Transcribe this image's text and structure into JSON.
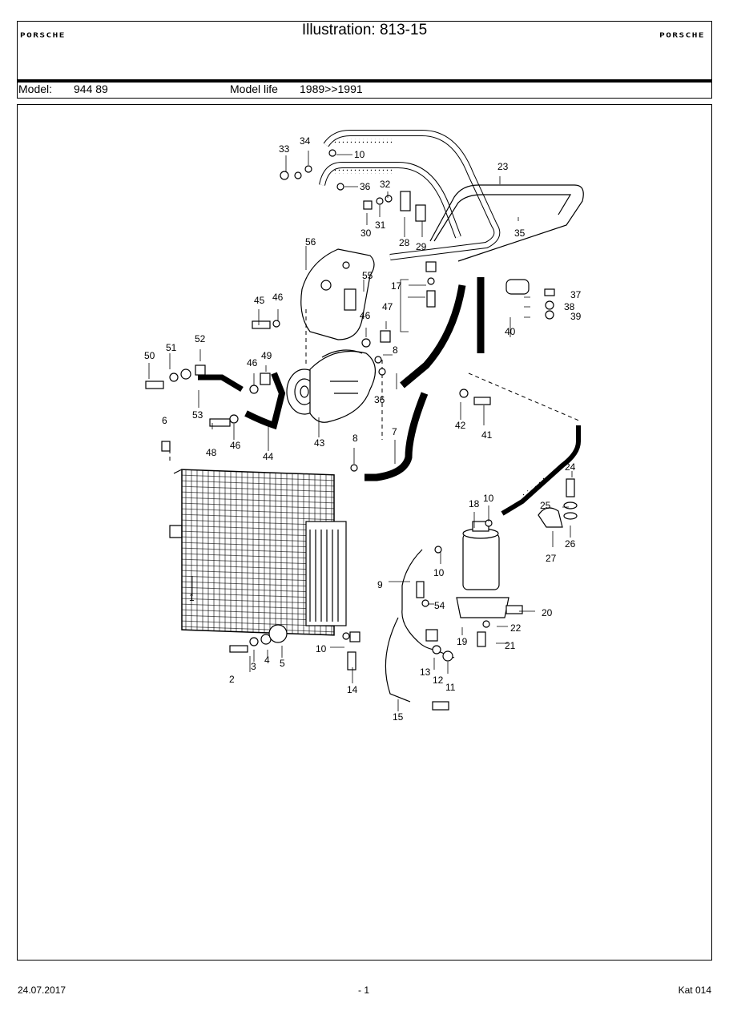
{
  "header": {
    "brand_left": "PORSCHE",
    "brand_right": "PORSCHE",
    "illustration_label": "Illustration: 813-15"
  },
  "model": {
    "model_label": "Model:",
    "model_value": "944 89",
    "life_label": "Model life",
    "life_value": "1989>>1991"
  },
  "diagram": {
    "callouts": [
      "1",
      "2",
      "3",
      "4",
      "5",
      "6",
      "7",
      "8",
      "8",
      "9",
      "10",
      "10",
      "10",
      "10",
      "11",
      "12",
      "13",
      "14",
      "15",
      "17",
      "18",
      "19",
      "20",
      "21",
      "22",
      "23",
      "24",
      "25",
      "26",
      "27",
      "28",
      "29",
      "30",
      "31",
      "32",
      "33",
      "34",
      "35",
      "36",
      "36",
      "37",
      "38",
      "39",
      "40",
      "41",
      "42",
      "43",
      "44",
      "45",
      "46",
      "46",
      "46",
      "46",
      "47",
      "48",
      "49",
      "50",
      "51",
      "52",
      "53",
      "54",
      "55",
      "56"
    ]
  },
  "footer": {
    "date": "24.07.2017",
    "page": "- 1",
    "catalog": "Kat 014"
  }
}
